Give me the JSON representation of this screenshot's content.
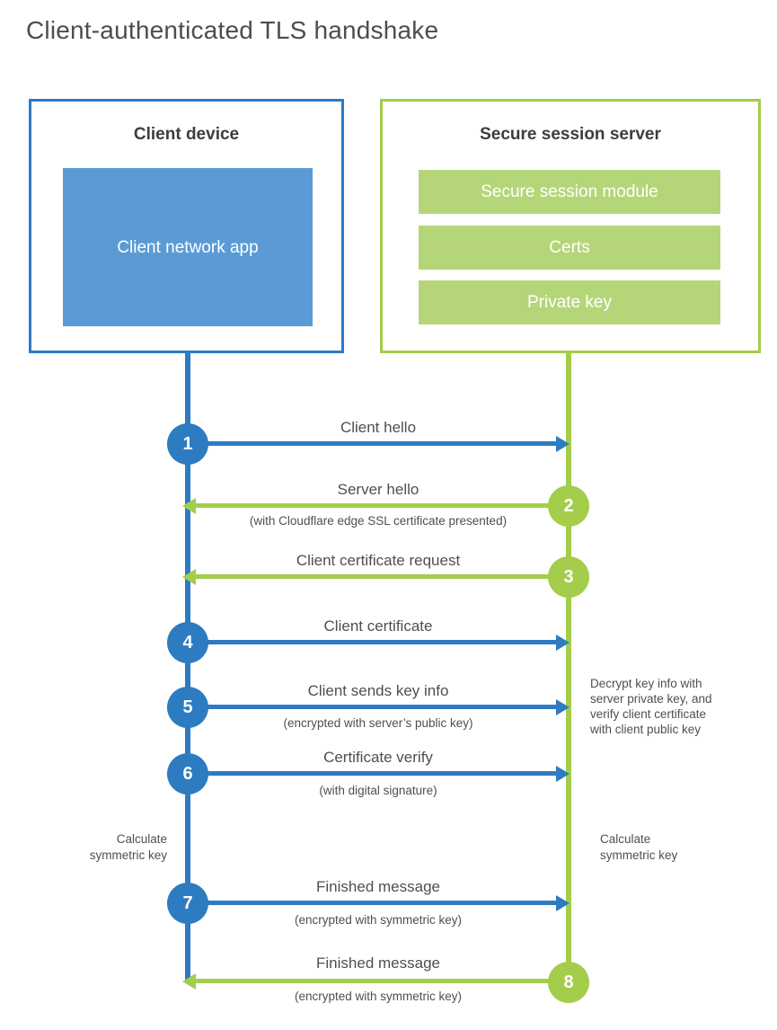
{
  "title": "Client-authenticated TLS handshake",
  "colors": {
    "client_accent": "#2d7bc1",
    "client_fill": "#5b9bd5",
    "server_accent": "#a3cd4b",
    "server_fill": "#b5d678",
    "text": "#4f4f4f"
  },
  "client_box": {
    "title": "Client device",
    "app_label": "Client network app"
  },
  "server_box": {
    "title": "Secure session server",
    "modules": [
      "Secure session module",
      "Certs",
      "Private key"
    ]
  },
  "steps": [
    {
      "number": "1",
      "from": "client",
      "to": "server",
      "label": "Client hello",
      "sublabel": ""
    },
    {
      "number": "2",
      "from": "server",
      "to": "client",
      "label": "Server hello",
      "sublabel": "(with Cloudflare edge SSL certificate presented)"
    },
    {
      "number": "3",
      "from": "server",
      "to": "client",
      "label": "Client certificate request",
      "sublabel": ""
    },
    {
      "number": "4",
      "from": "client",
      "to": "server",
      "label": "Client certificate",
      "sublabel": ""
    },
    {
      "number": "5",
      "from": "client",
      "to": "server",
      "label": "Client sends key info",
      "sublabel": "(encrypted with server’s public key)"
    },
    {
      "number": "6",
      "from": "client",
      "to": "server",
      "label": "Certificate verify",
      "sublabel": "(with digital signature)"
    },
    {
      "number": "7",
      "from": "client",
      "to": "server",
      "label": "Finished message",
      "sublabel": "(encrypted with symmetric key)"
    },
    {
      "number": "8",
      "from": "server",
      "to": "client",
      "label": "Finished message",
      "sublabel": "(encrypted with symmetric key)"
    }
  ],
  "annotations": {
    "calc_left": {
      "line1": "Calculate",
      "line2": "symmetric key"
    },
    "calc_right": {
      "line1": "Calculate",
      "line2": "symmetric key"
    },
    "decrypt_note": {
      "line1": "Decrypt key info with",
      "line2": "server private key, and",
      "line3": "verify client certificate",
      "line4": "with client public key"
    }
  }
}
